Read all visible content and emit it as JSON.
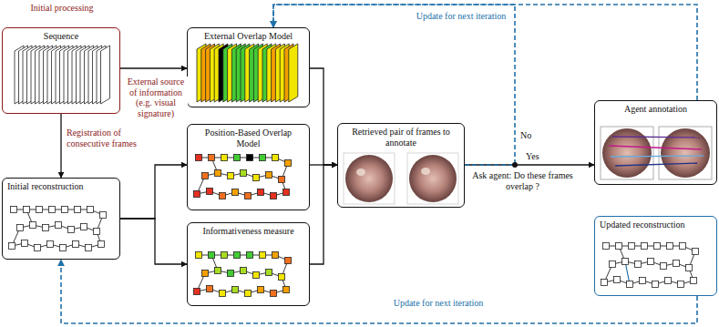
{
  "diagram": {
    "nodes": [
      {
        "text": [
          "Sequence"
        ]
      },
      {
        "text": [
          "Initial reconstruction"
        ]
      },
      {
        "text": [
          "External Overlap Model"
        ]
      },
      {
        "text": [
          "Position-Based Overlap Model"
        ]
      },
      {
        "text": [
          "Informativeness measure"
        ]
      },
      {
        "text": [
          "Retrieved pair of frames to annotate"
        ]
      },
      {
        "text": [
          "Agent annotation"
        ]
      },
      {
        "text": [
          "Updated reconstruction"
        ]
      }
    ],
    "edges": [
      {
        "from": 0,
        "to": 2,
        "arrow": "to",
        "label": "External source of information (e.g. visual signature)"
      },
      {
        "from": 0,
        "to": 1,
        "arrow": "to",
        "label": "Registration of consecutive frames"
      },
      {
        "from": 1,
        "to": 3,
        "arrow": "to"
      },
      {
        "from": 1,
        "to": 4,
        "arrow": "to"
      },
      {
        "from": 2,
        "to": 5,
        "arrow": "to"
      },
      {
        "from": 3,
        "to": 5,
        "arrow": "to"
      },
      {
        "from": 4,
        "to": 5,
        "arrow": "to"
      },
      {
        "from": 5,
        "to": 6,
        "arrow": "to",
        "label": "Yes"
      },
      {
        "from": 5,
        "to": 2,
        "arrow": "to",
        "label": "No"
      },
      {
        "from": 6,
        "to": 2,
        "arrow": "to",
        "label": "Update for next iteration"
      },
      {
        "from": 7,
        "to": 1,
        "arrow": "to",
        "label": "Update for next iteration"
      }
    ],
    "labels": [
      "Initial processing",
      "Ask agent: Do these frames overlap ?"
    ]
  }
}
